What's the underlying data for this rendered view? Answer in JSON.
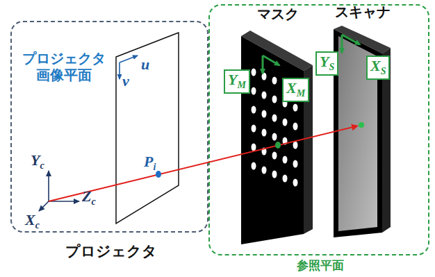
{
  "diagram": {
    "nodes": [
      {
        "text": [
          "プロジェクタ"
        ]
      },
      {
        "text": [
          "プロジェクタ 画像平面"
        ],
        "in": 0
      },
      {
        "text": [
          "参照平面"
        ]
      },
      {
        "text": [
          "マスク"
        ],
        "in": 2
      },
      {
        "text": [
          "スキャナ"
        ],
        "in": 2
      }
    ],
    "labels": [
      "u",
      "v",
      "P",
      "i",
      "Y",
      "c",
      "Z",
      "c",
      "X",
      "c",
      "X",
      "M",
      "Y",
      "M",
      "X",
      "S",
      "Y",
      "S"
    ]
  }
}
